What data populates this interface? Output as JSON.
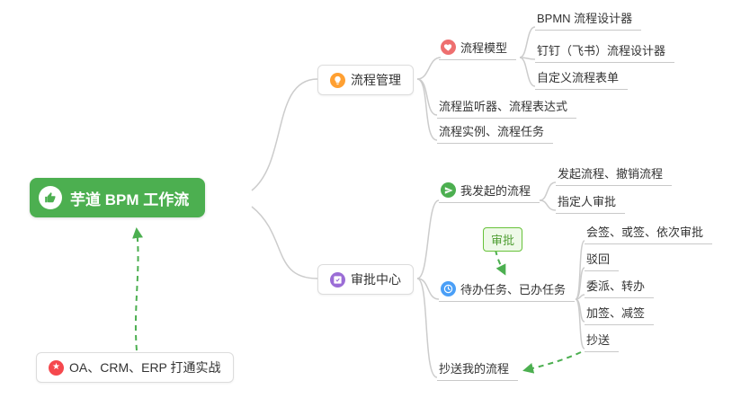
{
  "root": {
    "label": "芋道 BPM 工作流"
  },
  "note": {
    "label": "OA、CRM、ERP 打通实战"
  },
  "badge": {
    "label": "审批"
  },
  "branch1": {
    "label": "流程管理",
    "model": {
      "label": "流程模型"
    },
    "model_children": [
      "BPMN 流程设计器",
      "钉钉（飞书）流程设计器",
      "自定义流程表单"
    ],
    "listener": "流程监听器、流程表达式",
    "instance": "流程实例、流程任务"
  },
  "branch2": {
    "label": "审批中心",
    "my": {
      "label": "我发起的流程"
    },
    "my_children": [
      "发起流程、撤销流程",
      "指定人审批"
    ],
    "todo": {
      "label": "待办任务、已办任务"
    },
    "todo_children": [
      "会签、或签、依次审批",
      "驳回",
      "委派、转办",
      "加签、减签",
      "抄送"
    ],
    "cc": "抄送我的流程"
  },
  "colors": {
    "root_bg": "#4caf50",
    "arrow_green": "#4caf50",
    "connector_gray": "#cccccc",
    "icon_orange": "#ffa032",
    "icon_red": "#f5484d",
    "icon_pink": "#ee6f6f",
    "icon_green": "#4caf50",
    "icon_blue": "#4a9ff7",
    "icon_purple": "#9b6dd6",
    "badge_bg": "#eef9e8",
    "badge_border": "#67c23a",
    "badge_text": "#4f9e33"
  }
}
